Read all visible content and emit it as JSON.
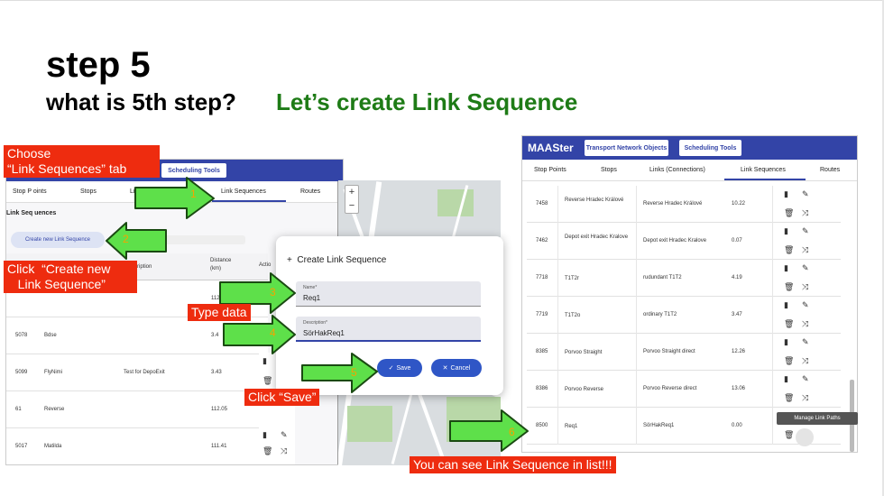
{
  "slide": {
    "title": "step 5",
    "subtitle": "what is 5th step?",
    "subtitle_highlight": "Let’s create Link Sequence"
  },
  "left_app": {
    "scheduling_tools": "Scheduling Tools",
    "tabs": [
      "Stop P oints",
      "Stops",
      "Link",
      "Link Sequences",
      "Routes"
    ],
    "section_title": "Link Seq uences",
    "create_button": "Create new Link Sequence",
    "columns": {
      "description": "ription",
      "distance": "Distance (km)",
      "actions": "Actio"
    },
    "rows": [
      {
        "id": "",
        "name": "",
        "desc": "",
        "dist": "112"
      },
      {
        "id": "5078",
        "name": "Bdse",
        "desc": "",
        "dist": "3.4"
      },
      {
        "id": "5099",
        "name": "FlyNimi",
        "desc": "Test for DepoExit",
        "dist": "3.43"
      },
      {
        "id": "61",
        "name": "Reverse",
        "desc": "",
        "dist": "112.05"
      },
      {
        "id": "5017",
        "name": "Matilda",
        "desc": "",
        "dist": "111.41"
      }
    ]
  },
  "dialog": {
    "title": "Create Link Sequence",
    "name_label": "Name*",
    "name_value": "Req1",
    "desc_label": "Description*",
    "desc_value": "SörHakReq1",
    "save": "Save",
    "cancel": "Cancel"
  },
  "right_app": {
    "app_name": "MAASter",
    "nav_transport": "Transport Network Objects",
    "nav_scheduling": "Scheduling Tools",
    "tabs": [
      "Stop Points",
      "Stops",
      "Links (Connections)",
      "Link Sequences",
      "Routes"
    ],
    "rows": [
      {
        "id": "7458",
        "name": "Reverse Hradec Králové",
        "desc": "Reverse Hradec Králové",
        "dist": "10.22"
      },
      {
        "id": "7462",
        "name": "Depot exit Hradec Kralove",
        "desc": "Depot exit Hradec Kralove",
        "dist": "0.07"
      },
      {
        "id": "7718",
        "name": "T1T2r",
        "desc": "rudundant T1T2",
        "dist": "4.19"
      },
      {
        "id": "7719",
        "name": "T1T2o",
        "desc": "ordinary T1T2",
        "dist": "3.47"
      },
      {
        "id": "8385",
        "name": "Porvoo Straight",
        "desc": "Porvoo Straight direct",
        "dist": "12.26"
      },
      {
        "id": "8386",
        "name": "Porvoo Reverse",
        "desc": "Porvoo Reverse direct",
        "dist": "13.06"
      },
      {
        "id": "8500",
        "name": "Req1",
        "desc": "SörHakReq1",
        "dist": "0.00"
      }
    ],
    "tooltip": "Manage Link Paths"
  },
  "callouts": {
    "choose": "Choose\n“Link Sequences” tab",
    "click_create": "Click  “Create new\n   Link Sequence”",
    "type_data": "Type data",
    "click_save": "Click  “Save”",
    "see_list": "You can see Link Sequence in list!!!",
    "numbers": [
      "1",
      "2",
      "3",
      "4",
      "5",
      "6"
    ]
  },
  "colors": {
    "accent": "#3344a7",
    "callout_red": "#ee2c0f",
    "arrow_green": "#5ee04a",
    "number_orange": "#f4a400",
    "title_green": "#1e7b16"
  }
}
